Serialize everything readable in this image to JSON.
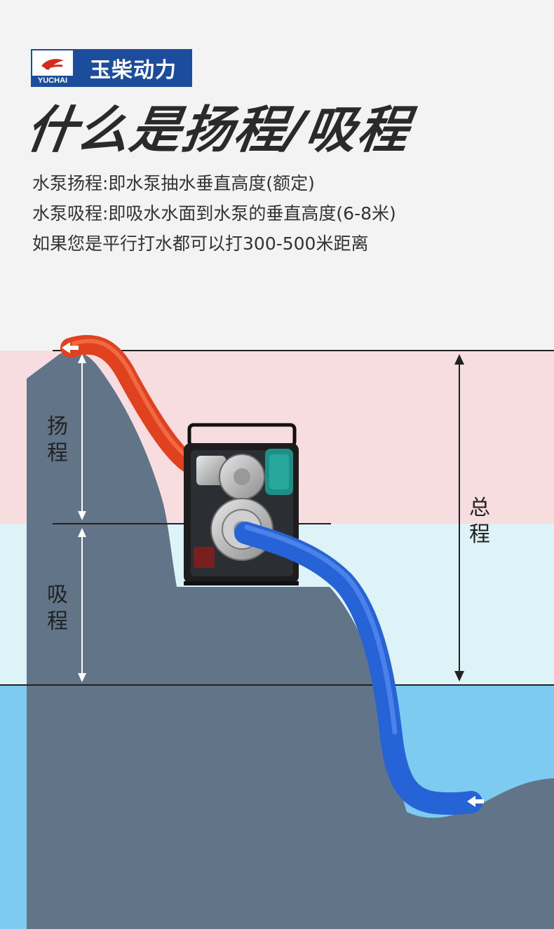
{
  "brand": {
    "logo_text_en": "YUCHAI",
    "name": "玉柴动力"
  },
  "title": "什么是扬程/吸程",
  "descriptions": [
    "水泵扬程:即水泵抽水垂直高度(额定)",
    "水泵吸程:即吸水水面到水泵的垂直高度(6-8米)",
    "如果您是平行打水都可以打300-500米距离"
  ],
  "diagram_labels": {
    "lift": [
      "扬",
      "程"
    ],
    "suction": [
      "吸",
      "程"
    ],
    "total": [
      "总",
      "程"
    ]
  },
  "colors": {
    "background": "#f3f3f3",
    "lift_zone": "#f7dde0",
    "suction_zone": "#def3f7",
    "water": "#7ecbf1",
    "ground": "#627488",
    "outlet_hose": "#e0421f",
    "inlet_hose": "#2563d6",
    "brand_blue": "#1b4d9c"
  },
  "icons": [
    "outlet-arrow-icon",
    "inlet-arrow-icon",
    "water-pump-icon"
  ]
}
